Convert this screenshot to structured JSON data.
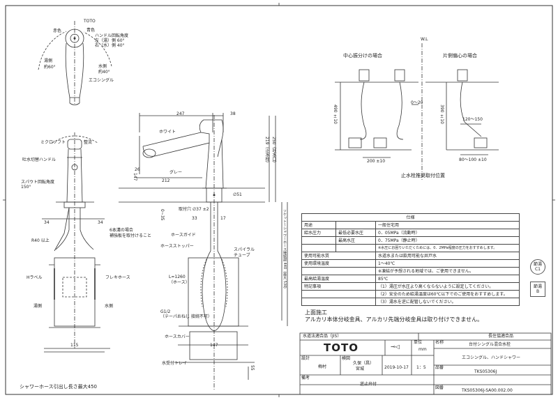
{
  "drawing": {
    "top_labels": {
      "toto": "TOTO",
      "red_color": "赤色",
      "blue_color": "青色",
      "handle_angle_title": "ハンドル回転角度",
      "handle_angle_left": "左（湯）側 60°",
      "handle_angle_right": "右（水）側 40°",
      "hot_side": "湯側",
      "hot_side_angle": "約60°",
      "water_side": "水側",
      "water_side_angle": "約40°",
      "eco_single": "エコシングル"
    },
    "front_labels": {
      "micro_soft": "ミクロソフト",
      "spout_cut": "整流",
      "stop_handle": "吐水切替ハンドル",
      "spout_angle_title": "スパウト回転角度",
      "spout_angle_value": "150°",
      "r40": "R40 以上",
      "h_label": "Hラベル",
      "flex_hose": "フレキホース",
      "hot_side_mark": "湯側",
      "water_side_mark": "水側"
    },
    "side_labels": {
      "white": "ホワイト",
      "gray": "グレー",
      "hole_note_1": "6本溝の場合",
      "hole_note_2": "補強板を取付けること",
      "hose_guide": "ホースガイド",
      "hose_stopper": "ホースストッパー",
      "spiral_tube_1": "スパイラル",
      "spiral_tube_2": "チューブ",
      "hose_length": "L=1260",
      "hose_length_sub": "（ホース）",
      "thread": "G1/2",
      "thread_note": "（テーパおねじ 接続不可）",
      "hose_cover": "ホースカバー",
      "drain_tray": "水受付トレイ",
      "hole_dia": "取付穴 ∅37 ±2",
      "dim_247": "247",
      "dim_38": "38",
      "dim_212": "212",
      "dim_147": "147",
      "dim_219": "219（止水栓）",
      "dim_250": "250（吐水口）",
      "dim_51": "∅51",
      "dim_33": "33",
      "dim_17": "17",
      "dim_34a": "34",
      "dim_34b": "34",
      "dim_26": "26",
      "dim_0_35": "0~35",
      "dim_147b": "147",
      "dim_115": "115",
      "dim_55": "55",
      "socket_length": "ソケット～シャワーホース接続部 440（最大 530）"
    },
    "wall_section": {
      "wl": "W.L",
      "center_case": "中心振分けの場合",
      "side_case": "片側偏心の場合",
      "dim_490": "490 ±10",
      "dim_390": "390 ±10",
      "dim_200": "200 ±10",
      "dim_80_100": "80～100 ±10",
      "dim_120_150": "120～150",
      "dim_0_20": "0～20",
      "recommend": "止水栓推奨取付位置"
    },
    "note_bottom": "シャワーホース引出し長さ最大450",
    "specs": {
      "title": "仕様",
      "rows": [
        {
          "k1": "用途",
          "k2": "",
          "v": "一般住宅用"
        },
        {
          "k1": "給水圧力",
          "k2": "最低必要水圧",
          "v": "0．05MPa（流動時）"
        },
        {
          "k1": "",
          "k2": "最高水圧",
          "v": "0．75MPa（静止時）"
        },
        {
          "k1": "",
          "k2": "",
          "v": "※水圧にお困りいただくためには、0．2MPa程度の圧力をおすすめします。"
        },
        {
          "k1": "使用可能水質",
          "k2": "",
          "v": "水道水または飲用可能な井戸水"
        },
        {
          "k1": "使用環境温度",
          "k2": "",
          "v": "1～40℃"
        },
        {
          "k1": "",
          "k2": "",
          "v": "※凍結が予想される地域では、ご使用できません。"
        },
        {
          "k1": "最高給湯温度",
          "k2": "",
          "v": "85℃"
        },
        {
          "k1": "特記事項",
          "k2": "",
          "v": "（1）湯圧が水圧より高くならないように設定してください。"
        },
        {
          "k1": "",
          "k2": "",
          "v": "（2）安全のため給湯温度は60℃以下でのご使用をおすすめします。"
        },
        {
          "k1": "",
          "k2": "",
          "v": "（3）湯水を逆に配管しないでください。"
        }
      ]
    },
    "stamps": {
      "c1_top": "節湯",
      "c1_bottom": "C1",
      "b_top": "節湯",
      "b_bottom": "B"
    },
    "install_note": {
      "title": "上面施工",
      "body": "アルカリ本体分岐金具、アルカリ先端分岐金具は取り付けできません。"
    },
    "title_block": {
      "jis": "水道法適合品（JIS）",
      "long_life": "長住協適合品",
      "logo": "TOTO",
      "unit_label": "単位",
      "unit_value": "mm",
      "name_label": "名称",
      "product_name_1": "台付シングル混合水栓",
      "product_name_2": "エコシングル、ハンドシャワー",
      "design_label": "設計",
      "design_name": "梅村",
      "check_label": "検図",
      "check_name_1": "久保（昌）",
      "check_name_2": "宮城",
      "date": "2019-10-17",
      "scale": "1：5",
      "model_label": "品番",
      "model": "TKS05306J",
      "notes_label": "備考",
      "notes_value": "逆止弁付",
      "drawing_no_label": "図番",
      "drawing_no": "TKS05306J-SA00.002.00"
    }
  }
}
